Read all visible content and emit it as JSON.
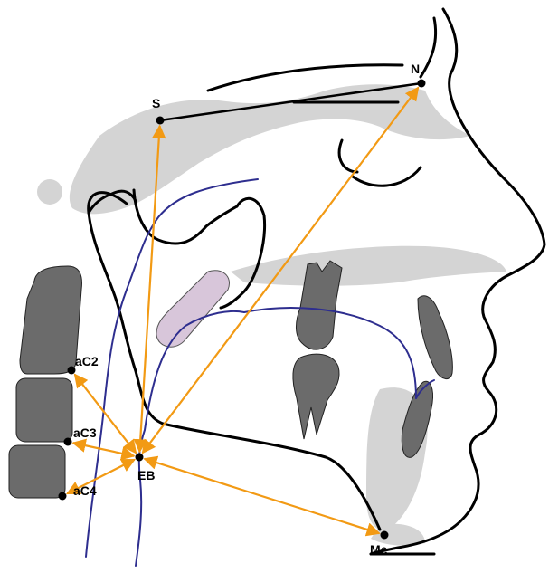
{
  "diagram": {
    "landmarks": [
      {
        "id": "S",
        "label": "S"
      },
      {
        "id": "N",
        "label": "N"
      },
      {
        "id": "EB",
        "label": "EB"
      },
      {
        "id": "Me",
        "label": "Me"
      },
      {
        "id": "aC2",
        "label": "aC2"
      },
      {
        "id": "aC3",
        "label": "aC3"
      },
      {
        "id": "aC4",
        "label": "aC4"
      }
    ],
    "measurements": [
      {
        "from": "EB",
        "to": "S"
      },
      {
        "from": "EB",
        "to": "N"
      },
      {
        "from": "EB",
        "to": "Me"
      },
      {
        "from": "EB",
        "to": "aC2"
      },
      {
        "from": "EB",
        "to": "aC3"
      },
      {
        "from": "EB",
        "to": "aC4"
      }
    ],
    "reference_line": {
      "from": "S",
      "to": "N"
    },
    "colors": {
      "arrow": "#f29a14",
      "airway": "#2e2e8f",
      "bone_shadow": "#d4d4d4",
      "vertebra": "#6b6b6b",
      "tooth": "#6b6b6b",
      "hyoid": "#d8c6da",
      "outline": "#000000"
    }
  }
}
